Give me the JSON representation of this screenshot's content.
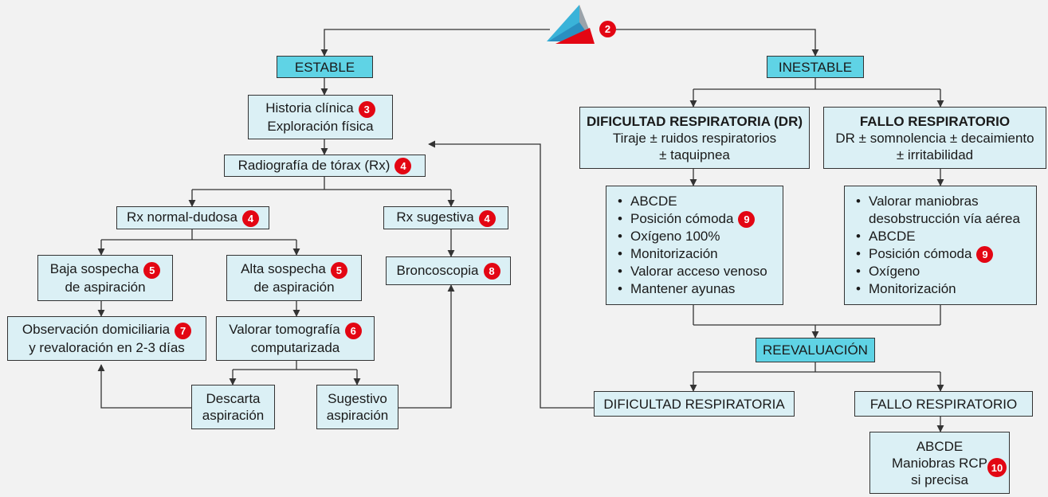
{
  "top_badge": "2",
  "estable": {
    "label": "ESTABLE"
  },
  "inestable": {
    "label": "INESTABLE"
  },
  "historia": {
    "line1": "Historia clínica",
    "line2": "Exploración física",
    "badge": "3"
  },
  "radiografia": {
    "label": "Radiografía de tórax (Rx)",
    "badge": "4"
  },
  "rx_normal": {
    "label": "Rx normal-dudosa",
    "badge": "4"
  },
  "rx_sugestiva": {
    "label": "Rx sugestiva",
    "badge": "4"
  },
  "baja_sospecha": {
    "line1": "Baja sospecha",
    "line2": "de aspiración",
    "badge": "5"
  },
  "alta_sospecha": {
    "line1": "Alta sospecha",
    "line2": "de aspiración",
    "badge": "5"
  },
  "broncoscopia": {
    "label": "Broncoscopia",
    "badge": "8"
  },
  "observacion": {
    "line1": "Observación domiciliaria",
    "line2": "y revaloración en 2-3 días",
    "badge": "7"
  },
  "valorar_tac": {
    "line1": "Valorar tomografía",
    "line2": "computarizada",
    "badge": "6"
  },
  "descarta": {
    "line1": "Descarta",
    "line2": "aspiración"
  },
  "sugestivo": {
    "line1": "Sugestivo",
    "line2": "aspiración"
  },
  "dificultad_dr": {
    "title": "DIFICULTAD RESPIRATORIA (DR)",
    "line1": "Tiraje ± ruidos respiratorios",
    "line2": "± taquipnea"
  },
  "fallo_top": {
    "title": "FALLO RESPIRATORIO",
    "line1": "DR ± somnolencia ± decaimiento",
    "line2": "± irritabilidad"
  },
  "dr_list": {
    "items": [
      "ABCDE",
      "Posición cómoda",
      "Oxígeno 100%",
      "Monitorización",
      "Valorar acceso venoso",
      "Mantener ayunas"
    ],
    "badge": "9"
  },
  "fallo_list": {
    "items": [
      "Valorar maniobras",
      "desobstrucción vía aérea",
      "ABCDE",
      "Posición cómoda",
      "Oxígeno",
      "Monitorización"
    ],
    "badge": "9"
  },
  "reevaluacion": {
    "label": "REEVALUACIÓN"
  },
  "dificultad_bottom": {
    "label": "DIFICULTAD RESPIRATORIA"
  },
  "fallo_bottom": {
    "label": "FALLO RESPIRATORIO"
  },
  "rcp": {
    "line1": "ABCDE",
    "line2": "Maniobras RCP",
    "line3": "si precisa",
    "badge": "10"
  },
  "colors": {
    "box_fill": "#dbf0f5",
    "header_fill": "#5fd3e5",
    "badge_red": "#e30613",
    "line": "#333333"
  }
}
